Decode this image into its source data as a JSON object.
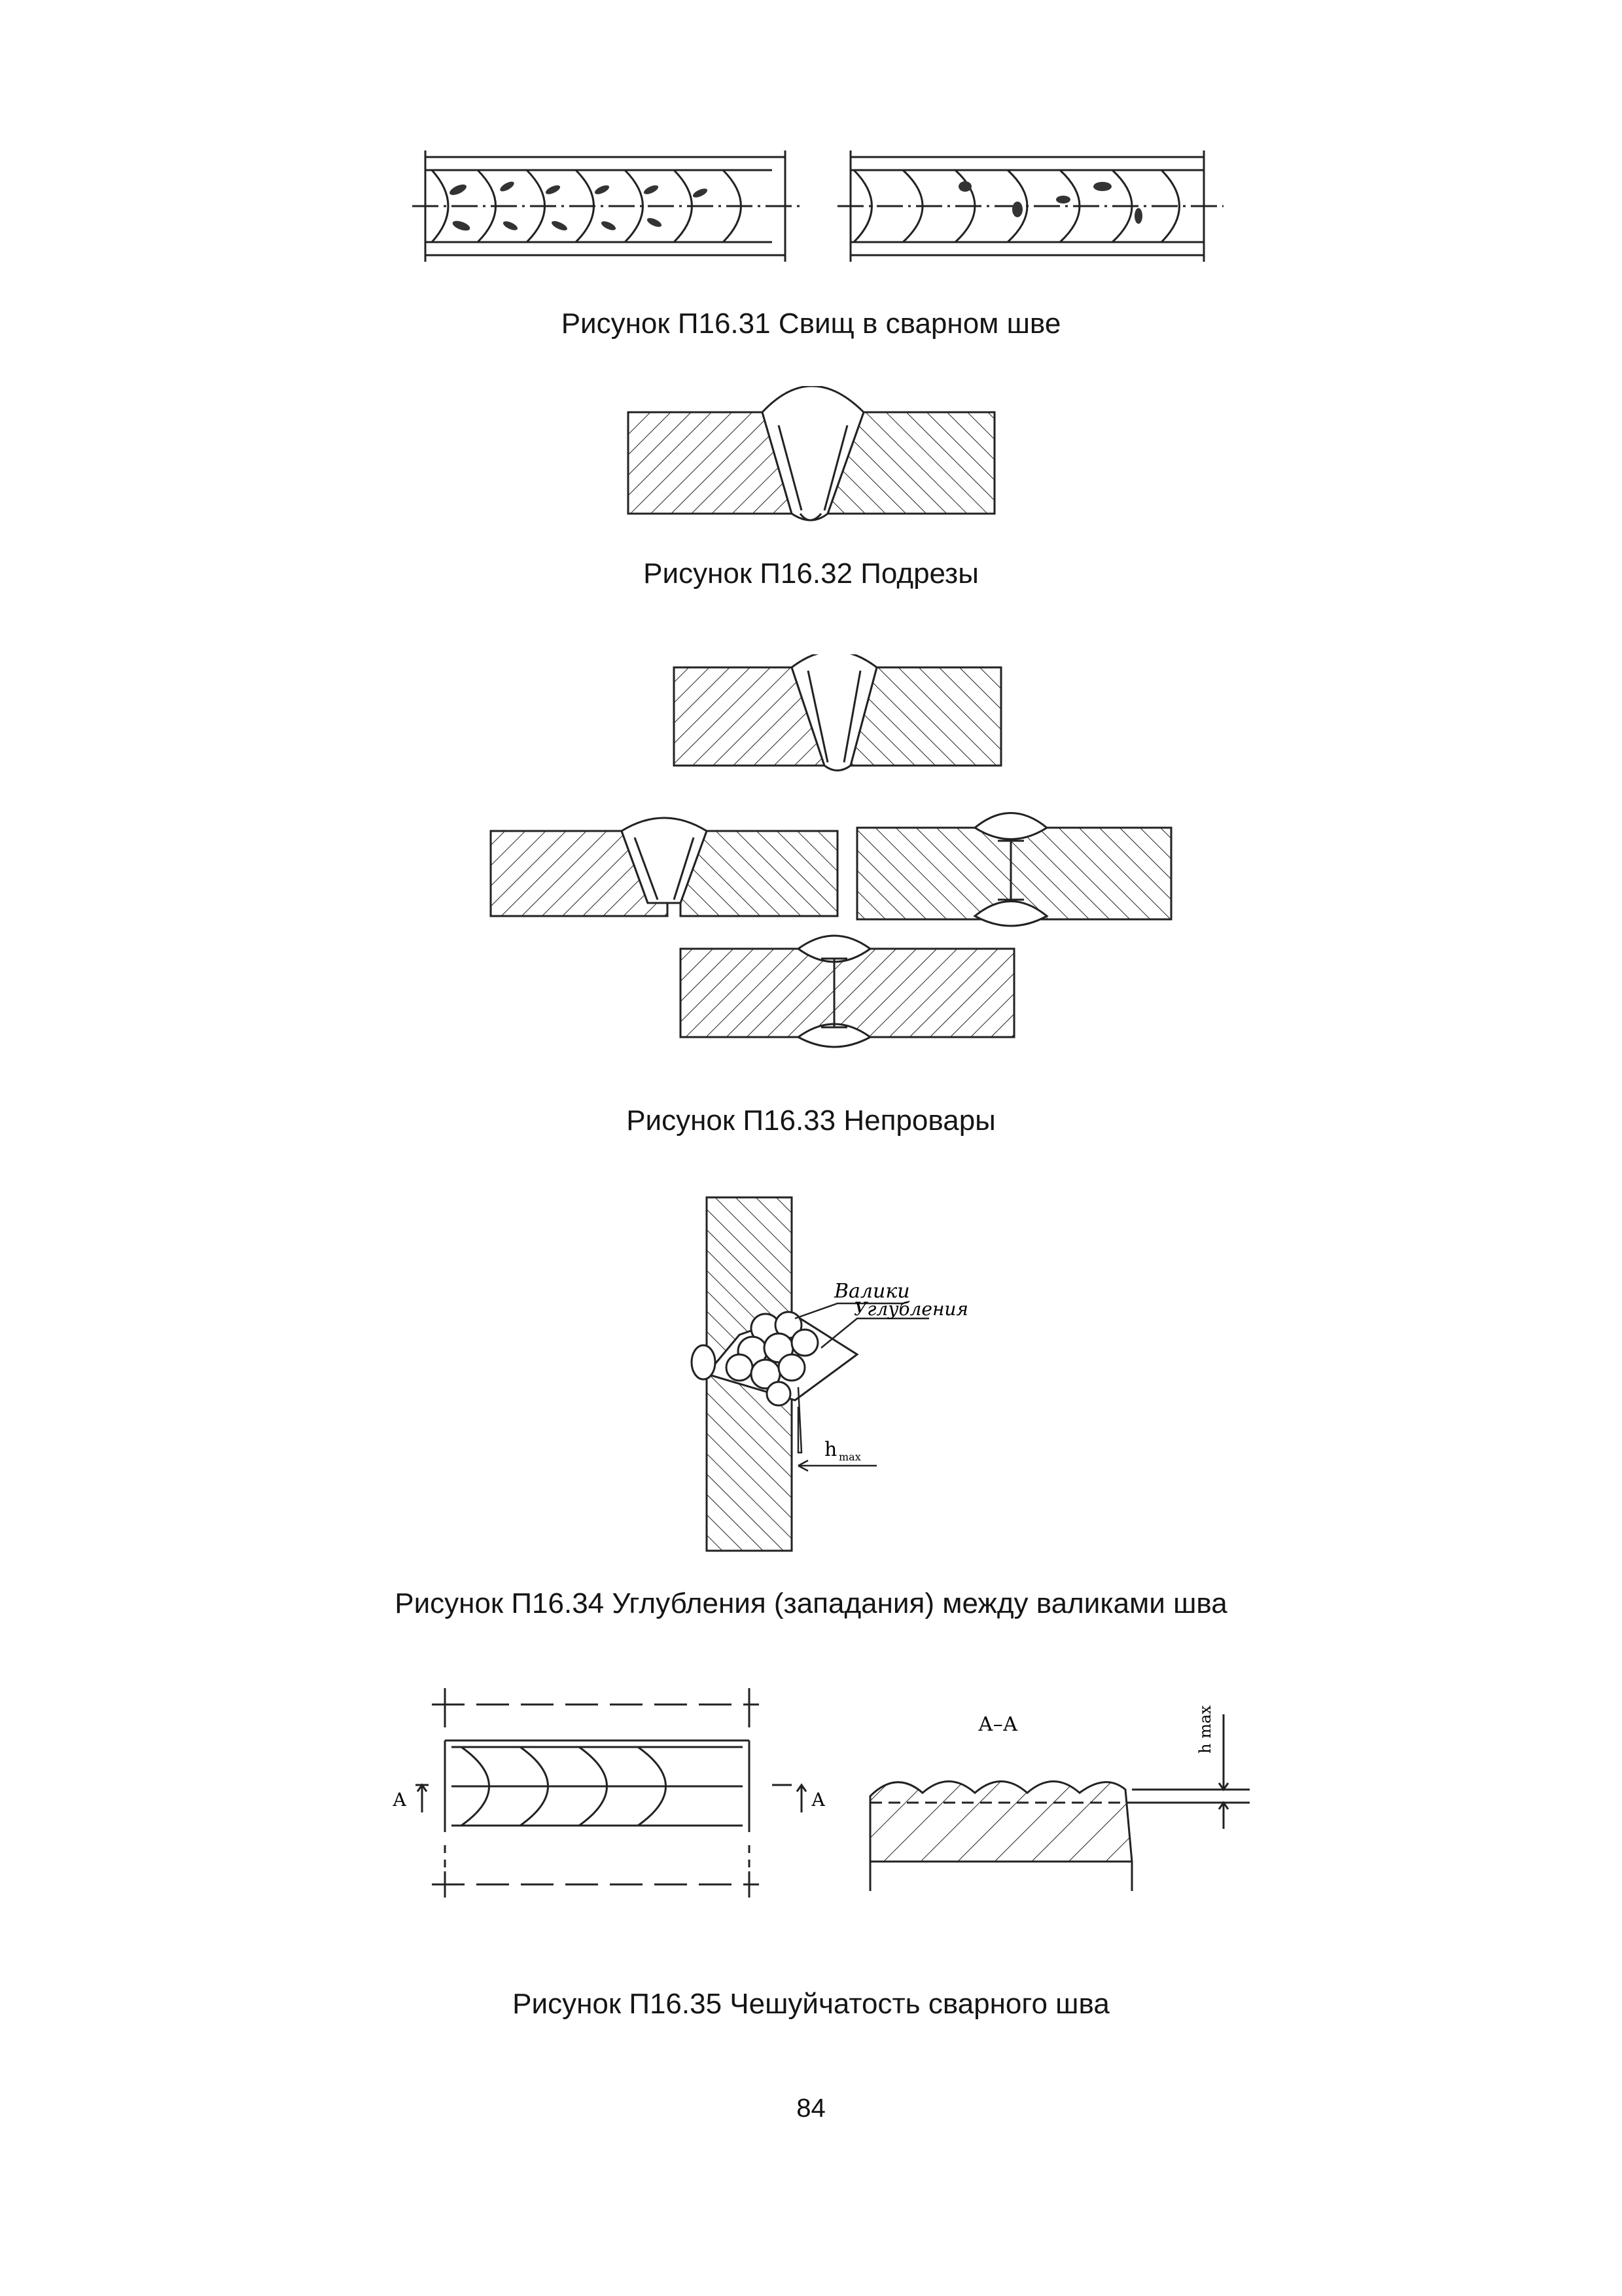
{
  "figures": [
    {
      "caption": "Рисунок П16.31  Свищ в сварном шве"
    },
    {
      "caption": "Рисунок П16.32  Подрезы"
    },
    {
      "caption": "Рисунок П16.33  Непровары"
    },
    {
      "caption": "Рисунок П16.34  Углубления (западания) между валиками шва",
      "labels": {
        "beads": "Валики",
        "hollows": "Углубления",
        "hmax": "h",
        "hmax_sub": "max"
      }
    },
    {
      "caption": "Рисунок П16.35  Чешуйчатость сварного шва",
      "labels": {
        "section": "А–А",
        "a_left": "А",
        "a_right": "А",
        "hmax": "h max"
      }
    }
  ],
  "page_number": "84"
}
